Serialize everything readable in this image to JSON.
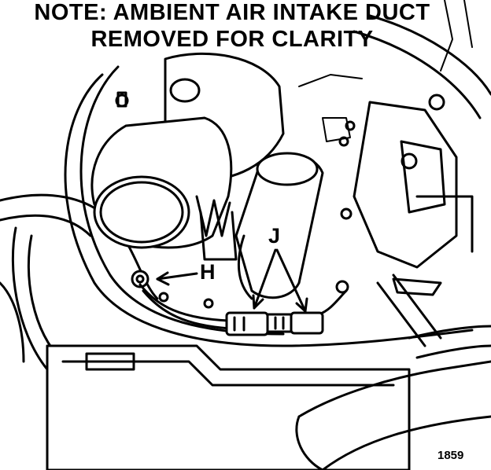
{
  "note": {
    "line1": "NOTE: AMBIENT AIR INTAKE DUCT",
    "line2": "REMOVED FOR CLARITY"
  },
  "callouts": {
    "h": "H",
    "j": "J"
  },
  "figure_number": "1859",
  "colors": {
    "ink": "#000000",
    "paper": "#ffffff"
  }
}
